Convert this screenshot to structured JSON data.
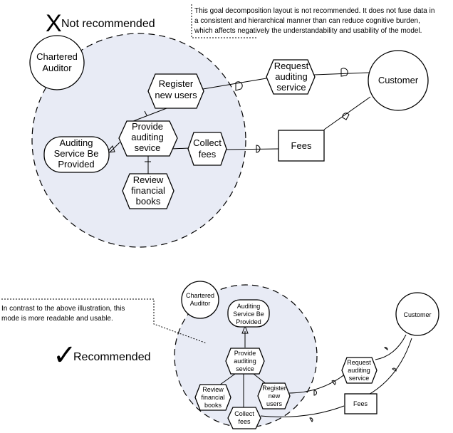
{
  "top": {
    "heading_mark": "X",
    "heading": "Not recommended",
    "note_lines": [
      "This goal decomposition layout is not recommended. It does not fuse data in",
      "a consistent and hierarchical manner than can reduce cognitive burden,",
      "which affects negatively the understandability and usability of the model."
    ],
    "chartered_auditor": [
      "Chartered",
      "Auditor"
    ],
    "register_new_users": [
      "Register",
      "new users"
    ],
    "request_auditing_service": [
      "Request",
      "auditing",
      "service"
    ],
    "customer": [
      "Customer"
    ],
    "provide_auditing_service": [
      "Provide",
      "auditing",
      "sevice"
    ],
    "collect_fees": [
      "Collect",
      "fees"
    ],
    "fees": [
      "Fees"
    ],
    "auditing_service_be_provided": [
      "Auditing",
      "Service Be",
      "Provided"
    ],
    "review_financial_books": [
      "Review",
      "financial",
      "books"
    ]
  },
  "bottom": {
    "note_lines": [
      "In contrast to the above illustration, this",
      "mode is more readable and usable."
    ],
    "heading_mark": "✓",
    "heading": "Recommended",
    "chartered_auditor": [
      "Chartered",
      "Auditor"
    ],
    "auditing_service_be_provided": [
      "Auditing",
      "Service Be",
      "Provided"
    ],
    "customer": [
      "Customer"
    ],
    "provide_auditing_service": [
      "Provide",
      "auditing",
      "sevice"
    ],
    "request_auditing_service": [
      "Request",
      "auditing",
      "service"
    ],
    "review_financial_books": [
      "Review",
      "financial",
      "books"
    ],
    "register_new_users": [
      "Register",
      "new",
      "users"
    ],
    "fees": [
      "Fees"
    ],
    "collect_fees": [
      "Collect",
      "fees"
    ]
  }
}
